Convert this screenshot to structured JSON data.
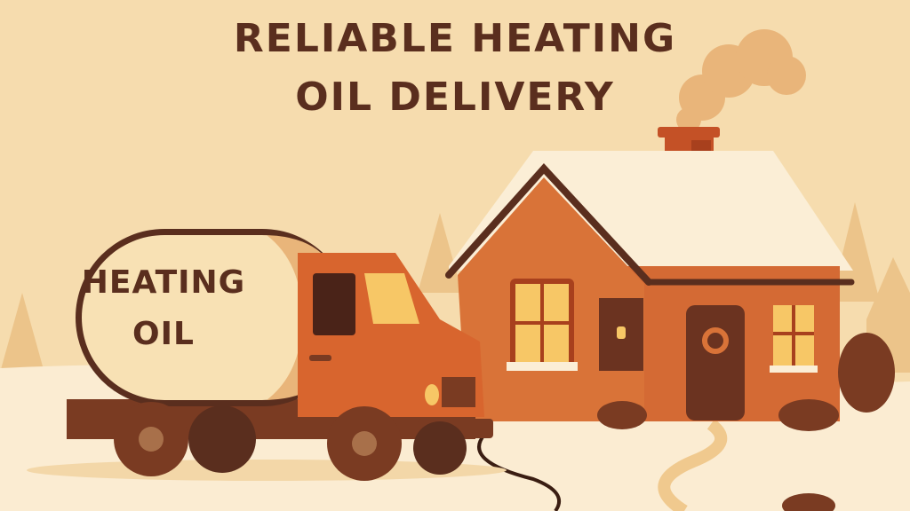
{
  "headline": {
    "line1": "RELIABLE HEATING",
    "line2": "OIL DELIVERY"
  },
  "truck": {
    "tank_label_line1": "HEATING",
    "tank_label_line2": "OIL"
  },
  "colors": {
    "background": "#f6dcae",
    "text": "#5a2e1e",
    "truck_cab": "#d8652e",
    "house_wall": "#d46a34",
    "roof_snow": "#fbeed6",
    "window_glow": "#f7c766",
    "dark_brown": "#5a2e1e"
  }
}
